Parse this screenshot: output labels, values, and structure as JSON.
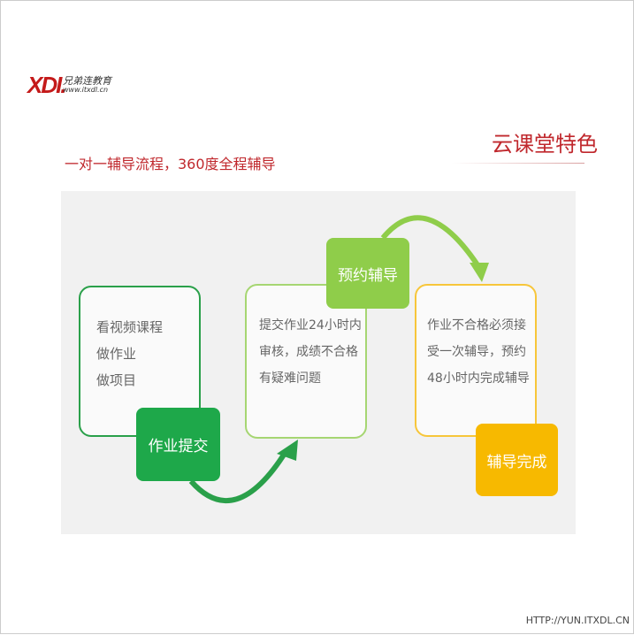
{
  "logo": {
    "mark": "XDI.",
    "name": "兄弟连教育",
    "url": "www.itxdl.cn"
  },
  "subtitle": "一对一辅导流程，360度全程辅导",
  "title": "云课堂特色",
  "steps": [
    {
      "lines": [
        "看视频课程",
        "做作业",
        "做项目"
      ],
      "tag": "作业提交",
      "color": "#1ea84a"
    },
    {
      "lines": [
        "提交作业24小时内",
        "审核，成绩不合格",
        "有疑难问题"
      ],
      "tag": "预约辅导",
      "color": "#8fcd4a"
    },
    {
      "lines": [
        "作业不合格必须接",
        "受一次辅导，预约",
        "48小时内完成辅导"
      ],
      "tag": "辅导完成",
      "color": "#f7b900"
    }
  ],
  "footer": "HTTP://YUN.ITXDL.CN"
}
